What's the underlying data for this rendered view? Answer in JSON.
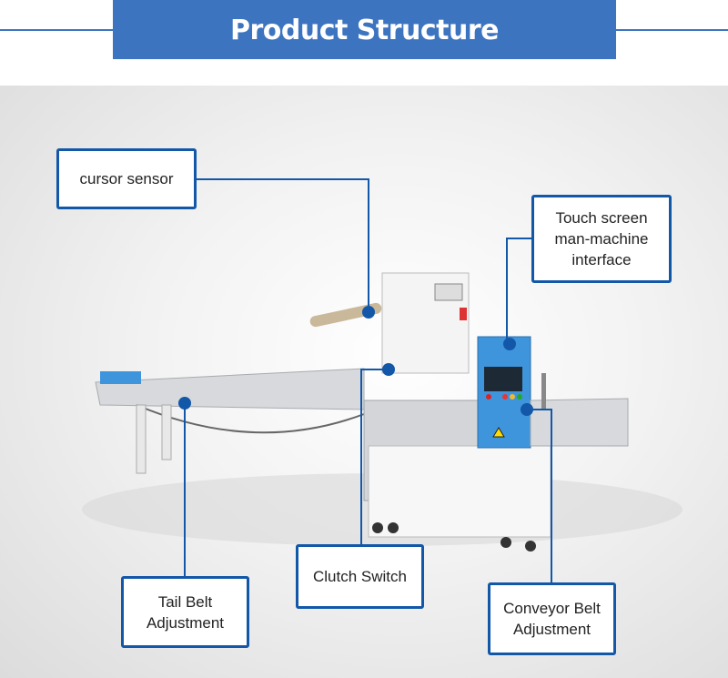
{
  "header": {
    "title": "Product Structure"
  },
  "labels": {
    "cursor_sensor": "cursor sensor",
    "touch_screen": "Touch screen\nman-machine\ninterface",
    "tail_belt": "Tail Belt\nAdjustment",
    "clutch_switch": "Clutch Switch",
    "conveyor_belt": "Conveyor Belt\nAdjustment"
  },
  "colors": {
    "banner": "#3d74c0",
    "leader": "#1257a8",
    "machine_blue": "#3f95dc"
  }
}
